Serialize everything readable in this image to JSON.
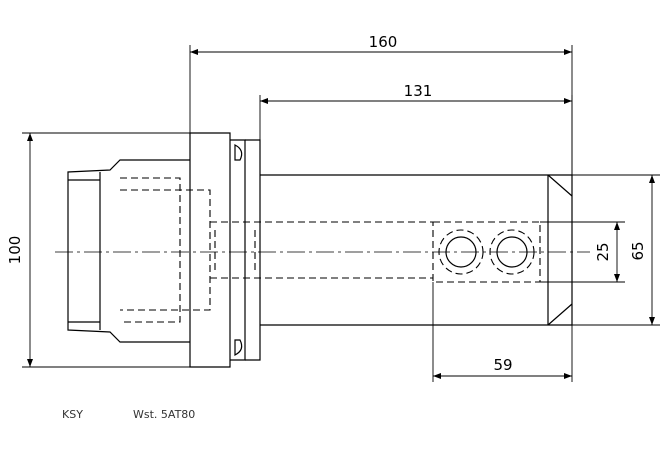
{
  "drawing": {
    "dimensions": {
      "overall_length": "160",
      "body_length": "131",
      "flange_diameter": "100",
      "body_width": "65",
      "hole_spacing": "25",
      "hole_offset": "59"
    },
    "caption": {
      "prefix": "KSY",
      "text": "Wst. 5AT80"
    }
  }
}
